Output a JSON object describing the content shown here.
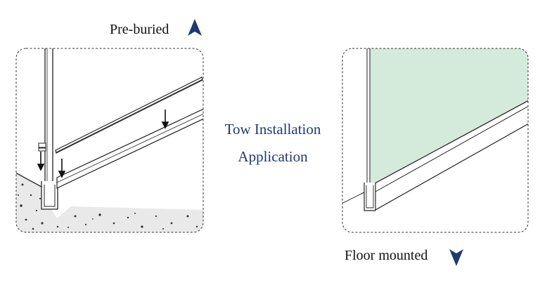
{
  "labels": {
    "pre_buried": "Pre-buried",
    "floor_mounted": "Floor mounted",
    "center_line_1": "Tow Installation",
    "center_line_2": "Application"
  },
  "colors": {
    "accent": "#1f3a6e",
    "glass": "#d4eadb",
    "outline": "#222222"
  },
  "icons": {
    "pre_buried_marker": "triangle-up-icon",
    "floor_mounted_marker": "triangle-down-icon"
  }
}
